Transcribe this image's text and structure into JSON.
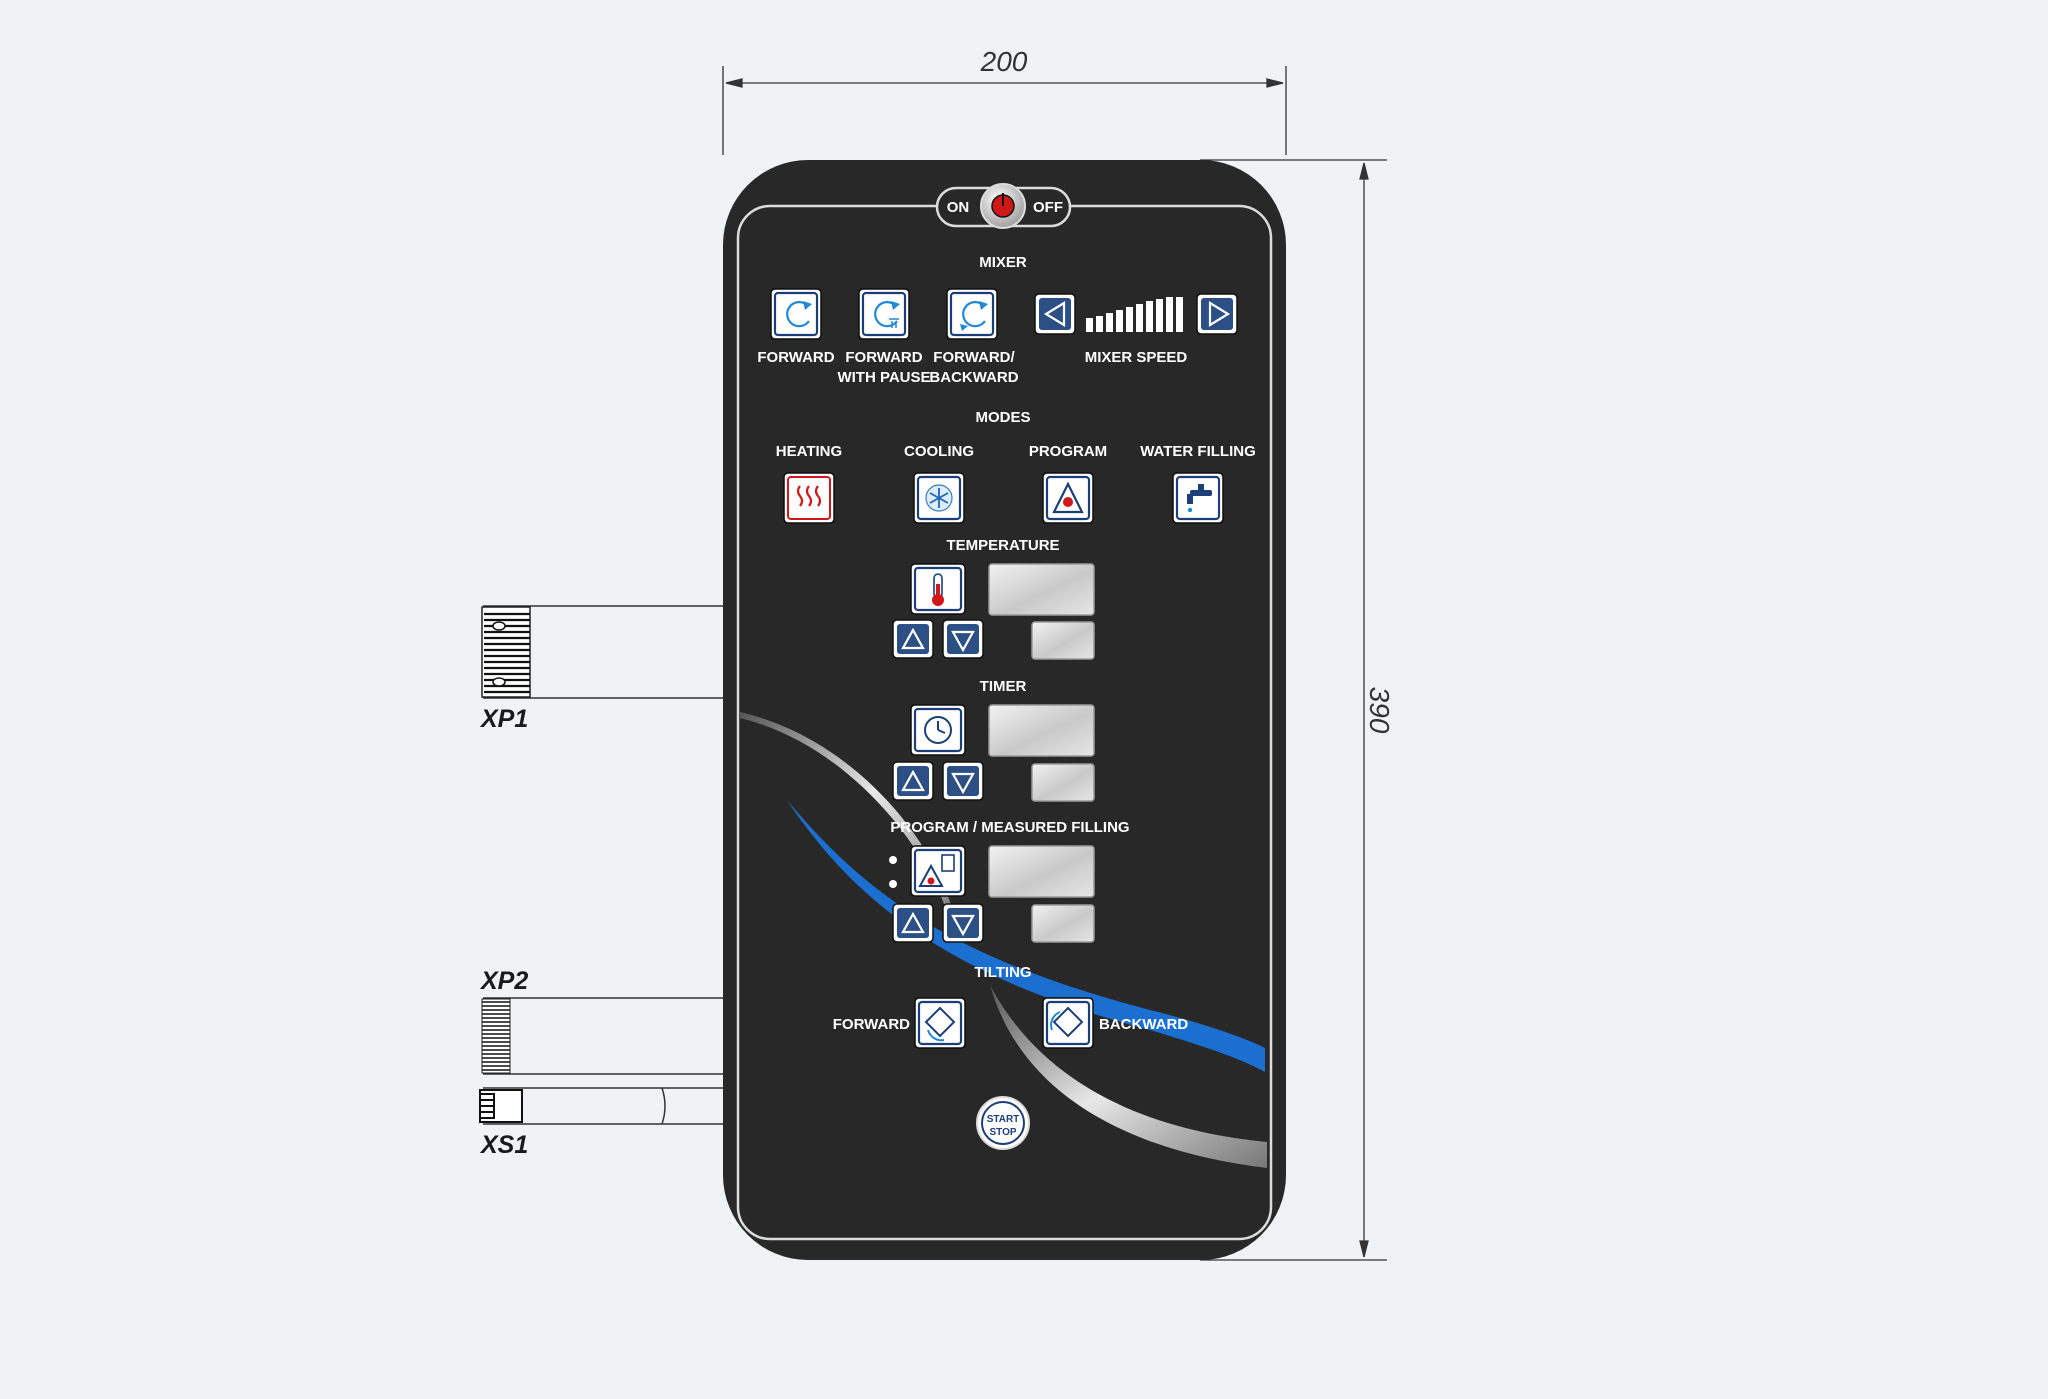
{
  "dimensions": {
    "width_label": "200",
    "height_label": "390"
  },
  "connectors": {
    "xp1": "XP1",
    "xp2": "XP2",
    "xs1": "XS1"
  },
  "power": {
    "on": "ON",
    "off": "OFF"
  },
  "mixer": {
    "title": "MIXER",
    "forward": "FORWARD",
    "forward_pause_1": "FORWARD",
    "forward_pause_2": "WITH PAUSE",
    "forward_backward_1": "FORWARD/",
    "forward_backward_2": "BACKWARD",
    "speed": "MIXER SPEED"
  },
  "modes": {
    "title": "MODES",
    "heating": "HEATING",
    "cooling": "COOLING",
    "program": "PROGRAM",
    "water_filling": "WATER FILLING"
  },
  "temperature": {
    "title": "TEMPERATURE"
  },
  "timer": {
    "title": "TIMER"
  },
  "program_filling": {
    "title": "PROGRAM / MEASURED FILLING"
  },
  "tilting": {
    "title": "TILTING",
    "forward": "FORWARD",
    "backward": "BACKWARD"
  },
  "start_stop": {
    "line1": "START",
    "line2": "STOP"
  },
  "colors": {
    "panel": "#282828",
    "accent_blue": "#1b6fd0",
    "button_frame": "#1c3f7a",
    "indicator_red": "#d01818"
  }
}
